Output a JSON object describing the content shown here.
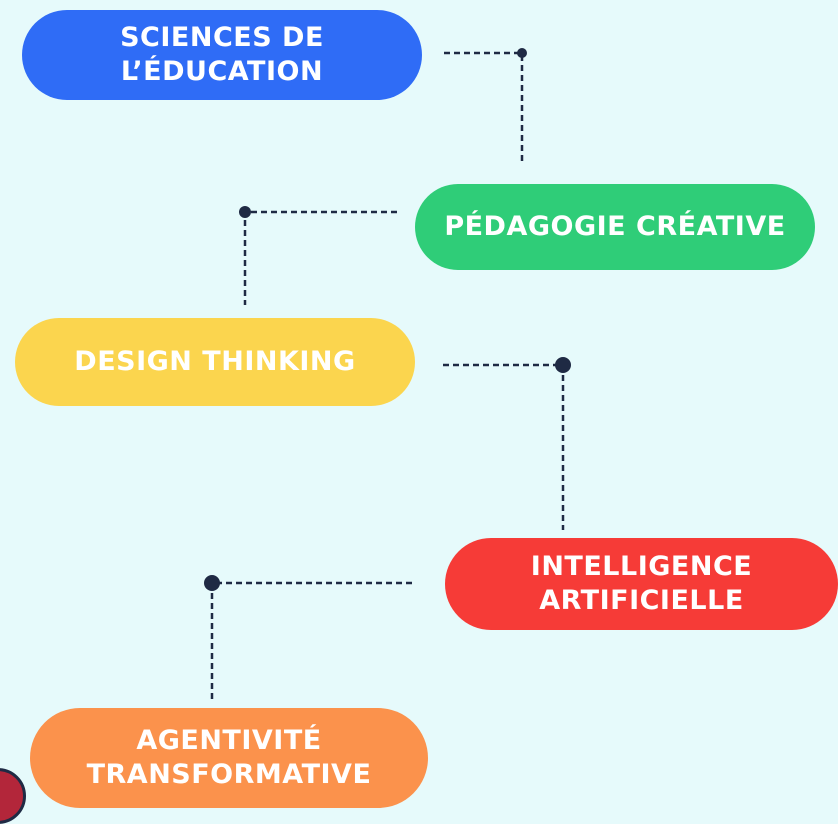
{
  "nodes": [
    {
      "label": "SCIENCES DE\nL’ÉDUCATION",
      "color": "#2f6cf6"
    },
    {
      "label": "PÉDAGOGIE CRÉATIVE",
      "color": "#2fcd78"
    },
    {
      "label": "DESIGN THINKING",
      "color": "#fbd54e"
    },
    {
      "label": "INTELLIGENCE\nARTIFICIELLE",
      "color": "#f63b37"
    },
    {
      "label": "AGENTIVITÉ\nTRANSFORMATIVE",
      "color": "#fb924c"
    }
  ],
  "connector_color": "#1f2a44",
  "background": "#e6fafb"
}
